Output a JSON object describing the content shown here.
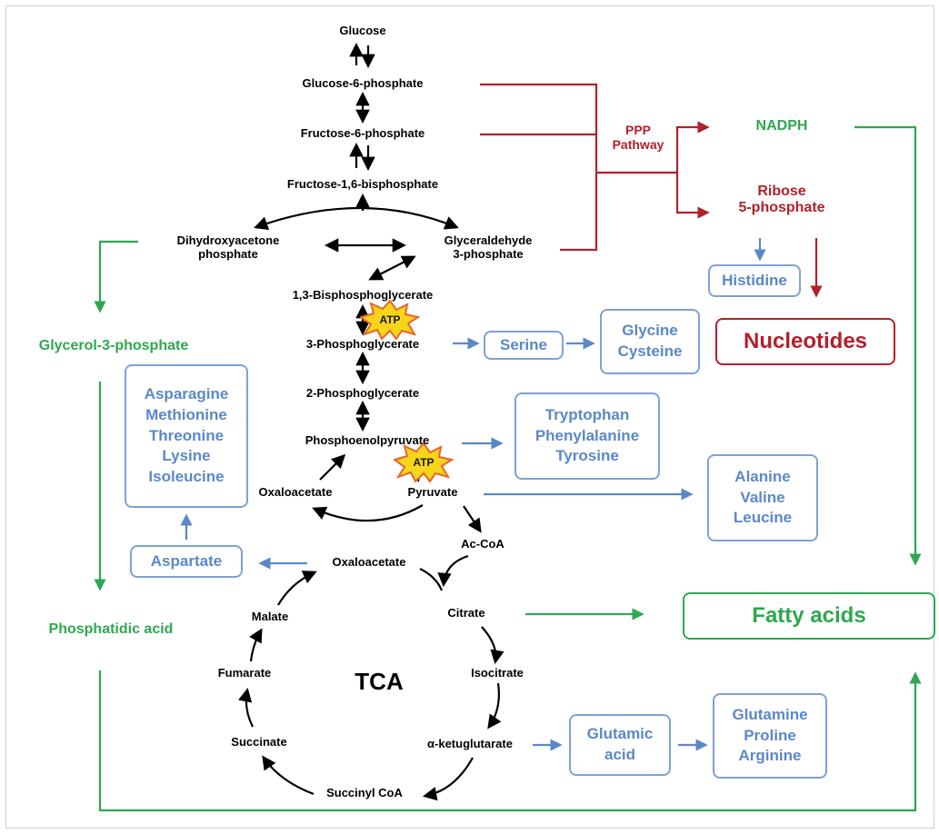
{
  "pathway": {
    "glucose": "Glucose",
    "g6p": "Glucose-6-phosphate",
    "f6p": "Fructose-6-phosphate",
    "f16bp": "Fructose-1,6-bisphosphate",
    "dhap": "Dihydroxyacetone\nphosphate",
    "g3p": "Glyceraldehyde\n3-phosphate",
    "bpg13": "1,3-Bisphosphoglycerate",
    "pg3": "3-Phosphoglycerate",
    "pg2": "2-Phosphoglycerate",
    "pep": "Phosphoenolpyruvate",
    "oaa_top": "Oxaloacetate",
    "pyruvate": "Pyruvate",
    "acoa": "Ac-CoA"
  },
  "atp": {
    "label1": "ATP",
    "label2": "ATP"
  },
  "tca": {
    "center": "TCA",
    "oaa": "Oxaloacetate",
    "citrate": "Citrate",
    "isocitrate": "Isocitrate",
    "akg": "α-ketuglutarate",
    "succoa": "Succinyl CoA",
    "succinate": "Succinate",
    "fumarate": "Fumarate",
    "malate": "Malate"
  },
  "ppp": {
    "label": "PPP\nPathway",
    "nadph": "NADPH",
    "r5p": "Ribose\n5-phosphate"
  },
  "lipid": {
    "glycerol3p": "Glycerol-3-phosphate",
    "phosphatidic": "Phosphatidic acid",
    "fatty": "Fatty acids"
  },
  "amino": {
    "histidine": "Histidine",
    "nucleotides": "Nucleotides",
    "serine": "Serine",
    "glycine_cys": "Glycine\nCysteine",
    "aromatic": "Tryptophan\nPhenylalanine\nTyrosine",
    "ala_val_leu": "Alanine\nValine\nLeucine",
    "asp_family": "Asparagine\nMethionine\nThreonine\nLysine\nIsoleucine",
    "aspartate": "Aspartate",
    "glutamic": "Glutamic\nacid",
    "gln_pro_arg": "Glutamine\nProline\nArginine"
  },
  "colors": {
    "black": "#000000",
    "green": "#2ea84f",
    "red": "#b3202a",
    "blue": "#5b88c8",
    "blue_box": "#7ea2d3",
    "atp_fill": "#f7d51a",
    "atp_stroke": "#e8642c"
  }
}
